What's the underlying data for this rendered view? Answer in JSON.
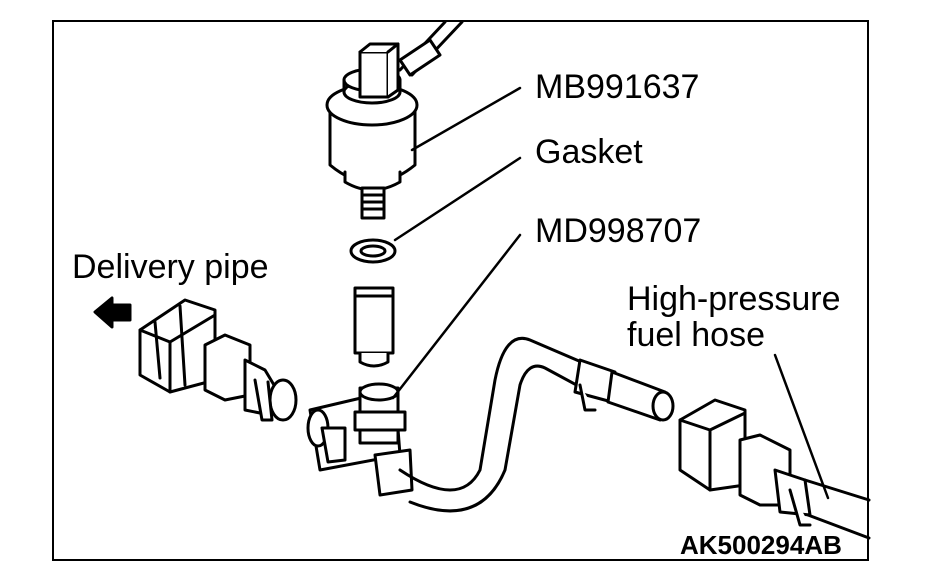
{
  "labels": {
    "part_sensor": "MB991637",
    "gasket": "Gasket",
    "part_adapter": "MD998707",
    "delivery_pipe": "Delivery pipe",
    "hose_line1": "High-pressure",
    "hose_line2": "fuel hose",
    "figure_code": "AK500294AB"
  }
}
